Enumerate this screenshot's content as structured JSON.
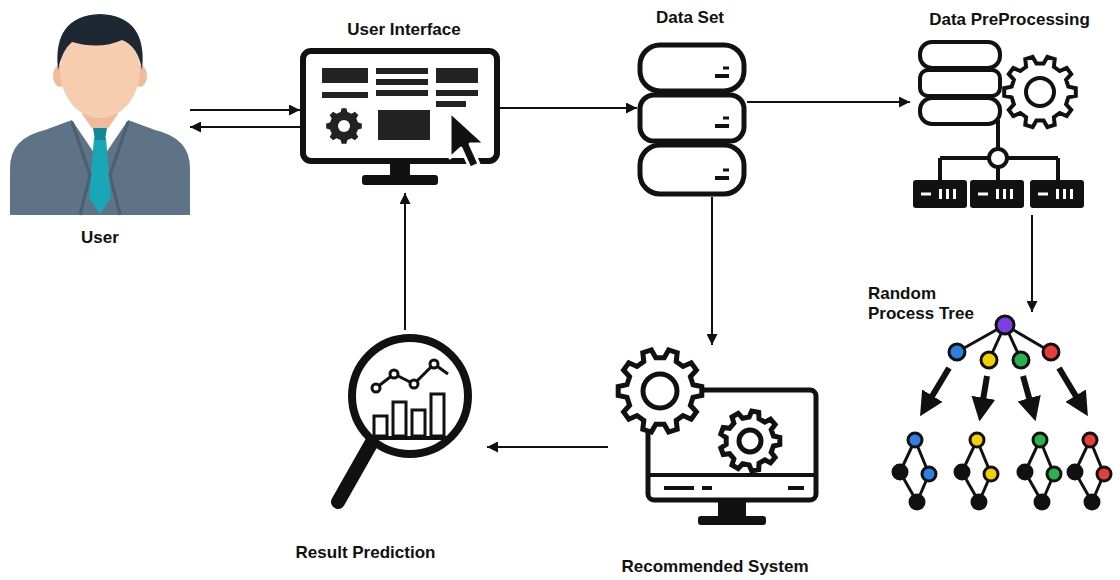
{
  "diagram": {
    "nodes": [
      {
        "text": [
          "User"
        ]
      },
      {
        "text": [
          "User Interface"
        ]
      },
      {
        "text": [
          "Data Set"
        ]
      },
      {
        "text": [
          "Data PreProcessing"
        ]
      },
      {
        "text": [
          "Random Process Tree"
        ]
      },
      {
        "text": [
          "Recommended System"
        ]
      },
      {
        "text": [
          "Result Prediction"
        ]
      }
    ],
    "edges": [
      {
        "from": 0,
        "to": 1,
        "arrow": "to"
      },
      {
        "from": 1,
        "to": 0,
        "arrow": "to"
      },
      {
        "from": 1,
        "to": 2,
        "arrow": "to"
      },
      {
        "from": 2,
        "to": 3,
        "arrow": "to"
      },
      {
        "from": 3,
        "to": 4,
        "arrow": "to"
      },
      {
        "from": 2,
        "to": 5,
        "arrow": "to"
      },
      {
        "from": 5,
        "to": 6,
        "arrow": "to"
      },
      {
        "from": 6,
        "to": 1,
        "arrow": "to"
      }
    ]
  }
}
